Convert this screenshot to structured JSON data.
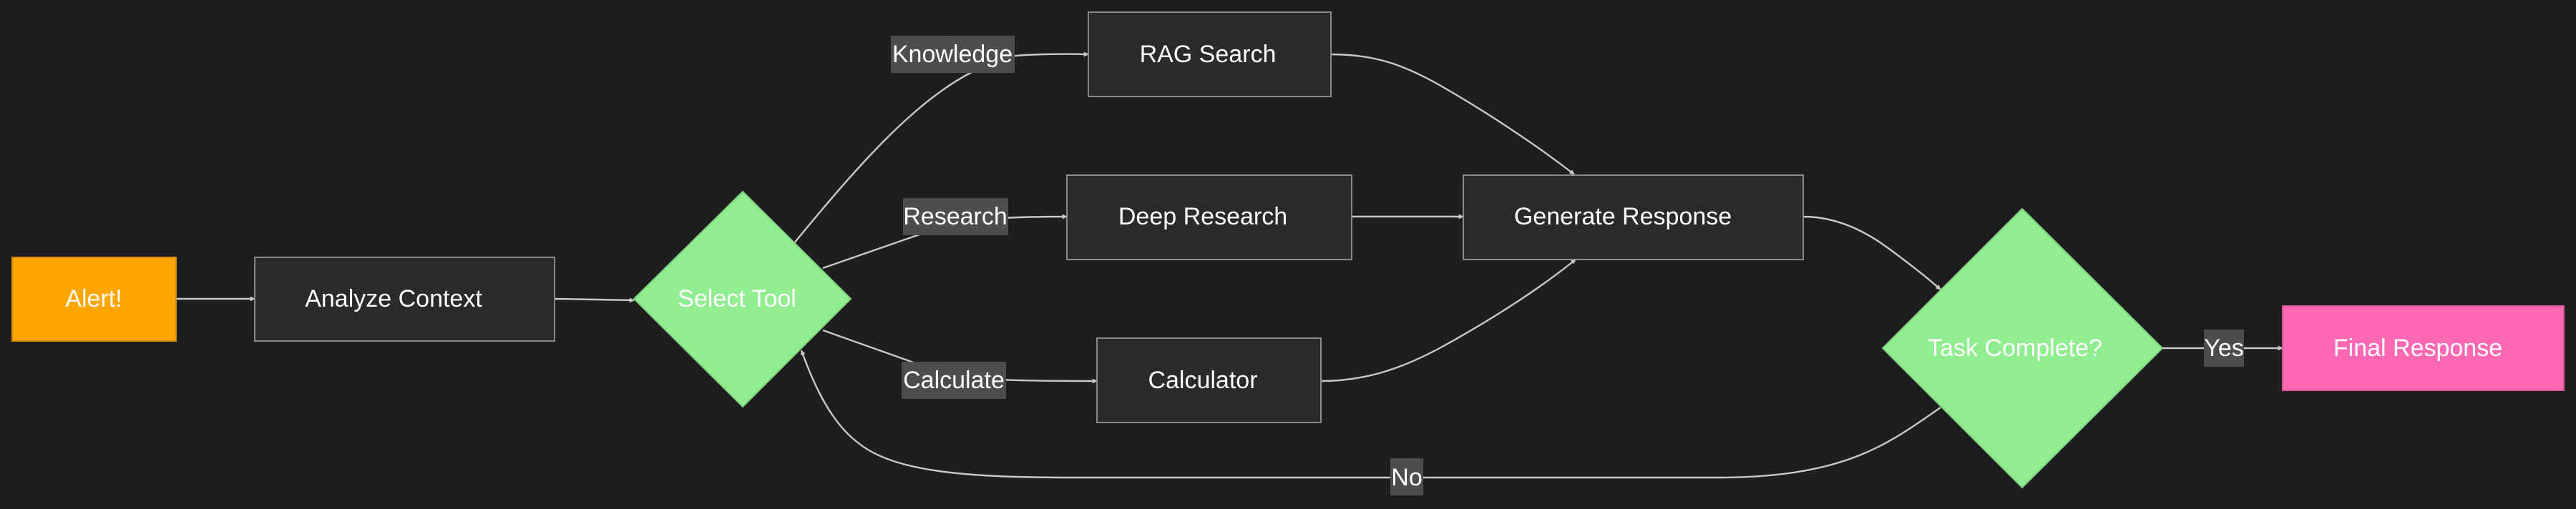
{
  "colors": {
    "background": "#1e1e1e",
    "process_fill": "#2a2a2a",
    "process_stroke": "#8a8a8a",
    "start_fill": "#ffa500",
    "decision_fill": "#90ee90",
    "end_fill": "#ff69b4",
    "edge_stroke": "#c8c8c8",
    "label_bg": "#4d4d4d",
    "text": "#ffffff"
  },
  "nodes": {
    "alert": "Alert!",
    "analyze": "Analyze Context",
    "select": "Select Tool",
    "rag": "RAG Search",
    "research": "Deep Research",
    "calculator": "Calculator",
    "generate": "Generate Response",
    "complete": "Task Complete?",
    "final": "Final Response"
  },
  "edge_labels": {
    "knowledge": "Knowledge",
    "research": "Research",
    "calculate": "Calculate",
    "yes": "Yes",
    "no": "No"
  }
}
